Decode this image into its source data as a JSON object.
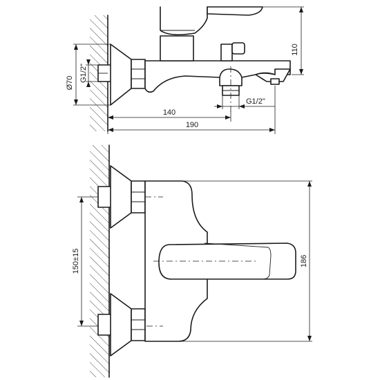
{
  "labels": {
    "d_tube": "Ø70",
    "thread_inlet": "G1/2\"",
    "thread_outlet": "G1/2\"",
    "dim_140": "140",
    "dim_190": "190",
    "dim_110": "110",
    "dim_150": "150±15",
    "dim_186": "186"
  }
}
